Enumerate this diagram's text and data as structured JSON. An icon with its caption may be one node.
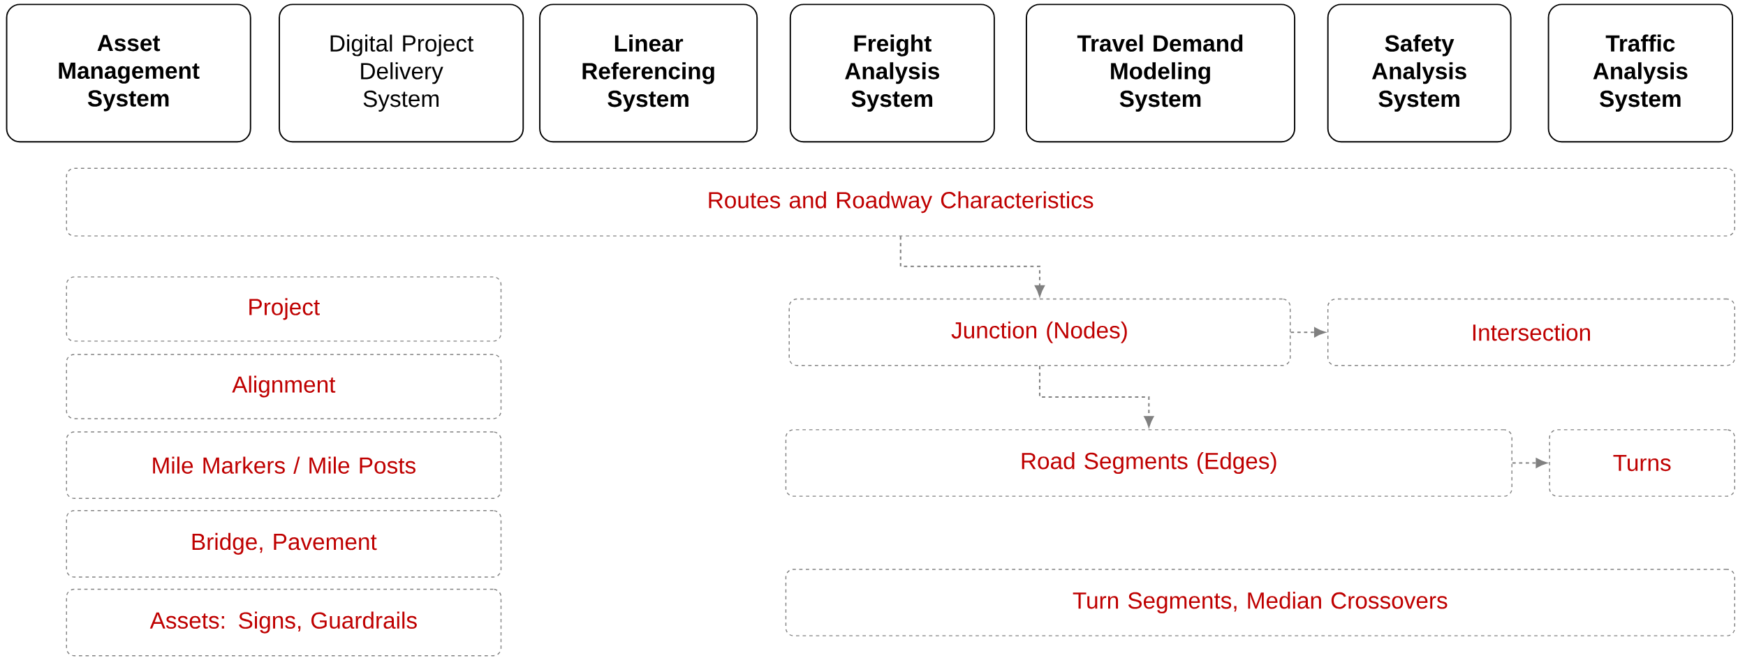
{
  "diagram": {
    "nodes": [
      {
        "text": [
          "Asset Management System"
        ]
      },
      {
        "text": [
          "Digital Project Delivery System"
        ]
      },
      {
        "text": [
          "Linear Referencing System"
        ]
      },
      {
        "text": [
          "Freight Analysis System"
        ]
      },
      {
        "text": [
          "Travel Demand Modeling System"
        ]
      },
      {
        "text": [
          "Safety Analysis System"
        ]
      },
      {
        "text": [
          "Traffic Analysis System"
        ]
      },
      {
        "text": [
          "Routes and Roadway Characteristics"
        ]
      },
      {
        "text": [
          "Project"
        ]
      },
      {
        "text": [
          "Alignment"
        ]
      },
      {
        "text": [
          "Mile Markers / Mile Posts"
        ]
      },
      {
        "text": [
          "Bridge, Pavement"
        ]
      },
      {
        "text": [
          "Assets: Signs, Guardrails"
        ]
      },
      {
        "text": [
          "Junction (Nodes)"
        ]
      },
      {
        "text": [
          "Intersection"
        ]
      },
      {
        "text": [
          "Road Segments (Edges)"
        ]
      },
      {
        "text": [
          "Turns"
        ]
      },
      {
        "text": [
          "Turn Segments, Median Crossovers"
        ]
      }
    ],
    "edges": [
      {
        "from": 7,
        "to": 13,
        "arrow": "to",
        "style": "dashed"
      },
      {
        "from": 13,
        "to": 14,
        "arrow": "to",
        "style": "dashed"
      },
      {
        "from": 13,
        "to": 15,
        "arrow": "to",
        "style": "dashed"
      },
      {
        "from": 15,
        "to": 16,
        "arrow": "to",
        "style": "dashed"
      }
    ]
  }
}
